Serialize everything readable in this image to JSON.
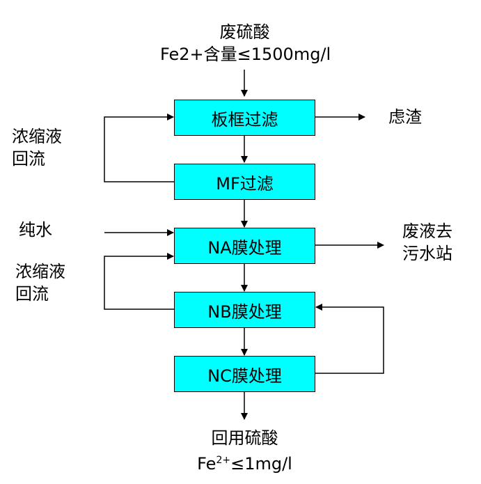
{
  "colors": {
    "box_fill": "#00FFFF",
    "line": "#000000"
  },
  "input": {
    "line1": "废硫酸",
    "line2": "Fe2+含量≤1500mg/l"
  },
  "steps": [
    {
      "label": "板框过滤"
    },
    {
      "label": "MF过滤"
    },
    {
      "label": "NA膜处理"
    },
    {
      "label": "NB膜处理"
    },
    {
      "label": "NC膜处理"
    }
  ],
  "side_labels": {
    "residue": "虑渣",
    "recycle_top_line1": "浓缩液",
    "recycle_top_line2": "回流",
    "pure_water": "纯水",
    "recycle_mid_line1": "浓缩液",
    "recycle_mid_line2": "回流",
    "waste_line1": "废液去",
    "waste_line2": "污水站"
  },
  "output": {
    "line1": "回用硫酸",
    "line2_prefix": "Fe",
    "line2_sup": "2+",
    "line2_suffix": "≤1mg/l"
  }
}
